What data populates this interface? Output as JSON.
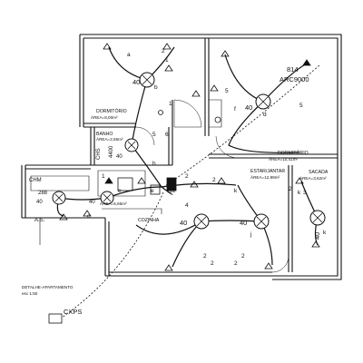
{
  "drawing": {
    "rooms": {
      "dormitorio1": {
        "name": "DORMITÓRIO",
        "area": "ÁREA=8,00m²"
      },
      "banho": {
        "name": "BANHO",
        "area": "ÁREA=2,55m²"
      },
      "dormitorio2": {
        "name": "DORMITÓRIO",
        "area": "ÁREA=10,41m²"
      },
      "estar": {
        "name": "ESTAR/JANTAR",
        "area": "ÁREA=12,99m²"
      },
      "sacada": {
        "name": "SACADA",
        "area": "ÁREA=3,62m²"
      },
      "area_servico": {
        "name": "A.S.",
        "area": "ÁREA=5,95m²"
      },
      "cozinha": {
        "name": "COZINHA"
      }
    },
    "fixtures": {
      "lamp_dorm1": "40",
      "lamp_dorm2": "40",
      "lamp_banho": "40",
      "lamp_as": "40",
      "lamp_cozinha": "40",
      "lamp_estar1": "40",
      "lamp_estar2": "40",
      "lamp_sacada": "40",
      "arc_code": "ARC9000",
      "code_814": "814",
      "chs_label": "CHS",
      "chs_value": "4400",
      "chm_label": "CHM",
      "chm_value": "288",
      "cxps_label": "CXPS",
      "qdl_label": "QDL",
      "small_labels": [
        "2",
        "2",
        "2",
        "2",
        "2",
        "2",
        "2",
        "2",
        "k",
        "k",
        "k",
        "b",
        "a",
        "c",
        "d",
        "j",
        "f",
        "e",
        "h",
        "e",
        "5",
        "5",
        "5",
        "6",
        "4",
        "3",
        "1",
        "1",
        "1"
      ]
    },
    "title": "DETALHE-APARTAMENTO",
    "scale": "esc 1:50"
  }
}
